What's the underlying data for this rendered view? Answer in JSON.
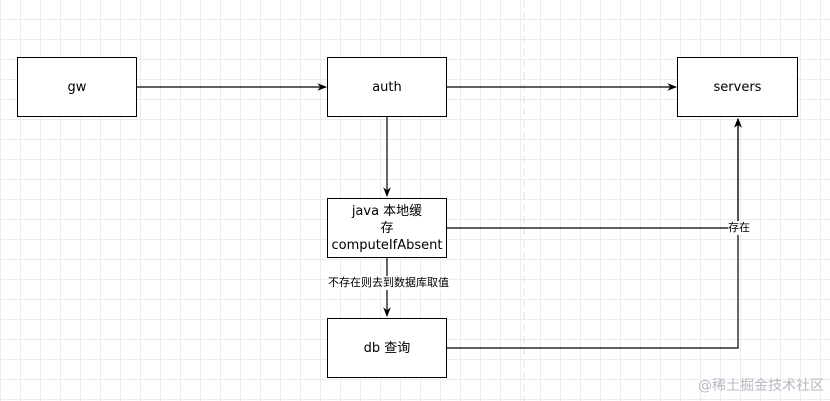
{
  "diagram": {
    "nodes": {
      "gw": "gw",
      "auth": "auth",
      "servers": "servers",
      "cache": "java 本地缓\n存 computeIfAbsent",
      "db": "db 查询"
    },
    "edge_labels": {
      "cache_to_db": "不存在则去到数据库取值",
      "cache_to_servers": "存在"
    }
  },
  "watermark": "@稀土掘金技术社区",
  "colors": {
    "stroke": "#000000",
    "grid": "#ececec",
    "page_divider": "#dcdcdc",
    "watermark": "#b5b9c2"
  }
}
